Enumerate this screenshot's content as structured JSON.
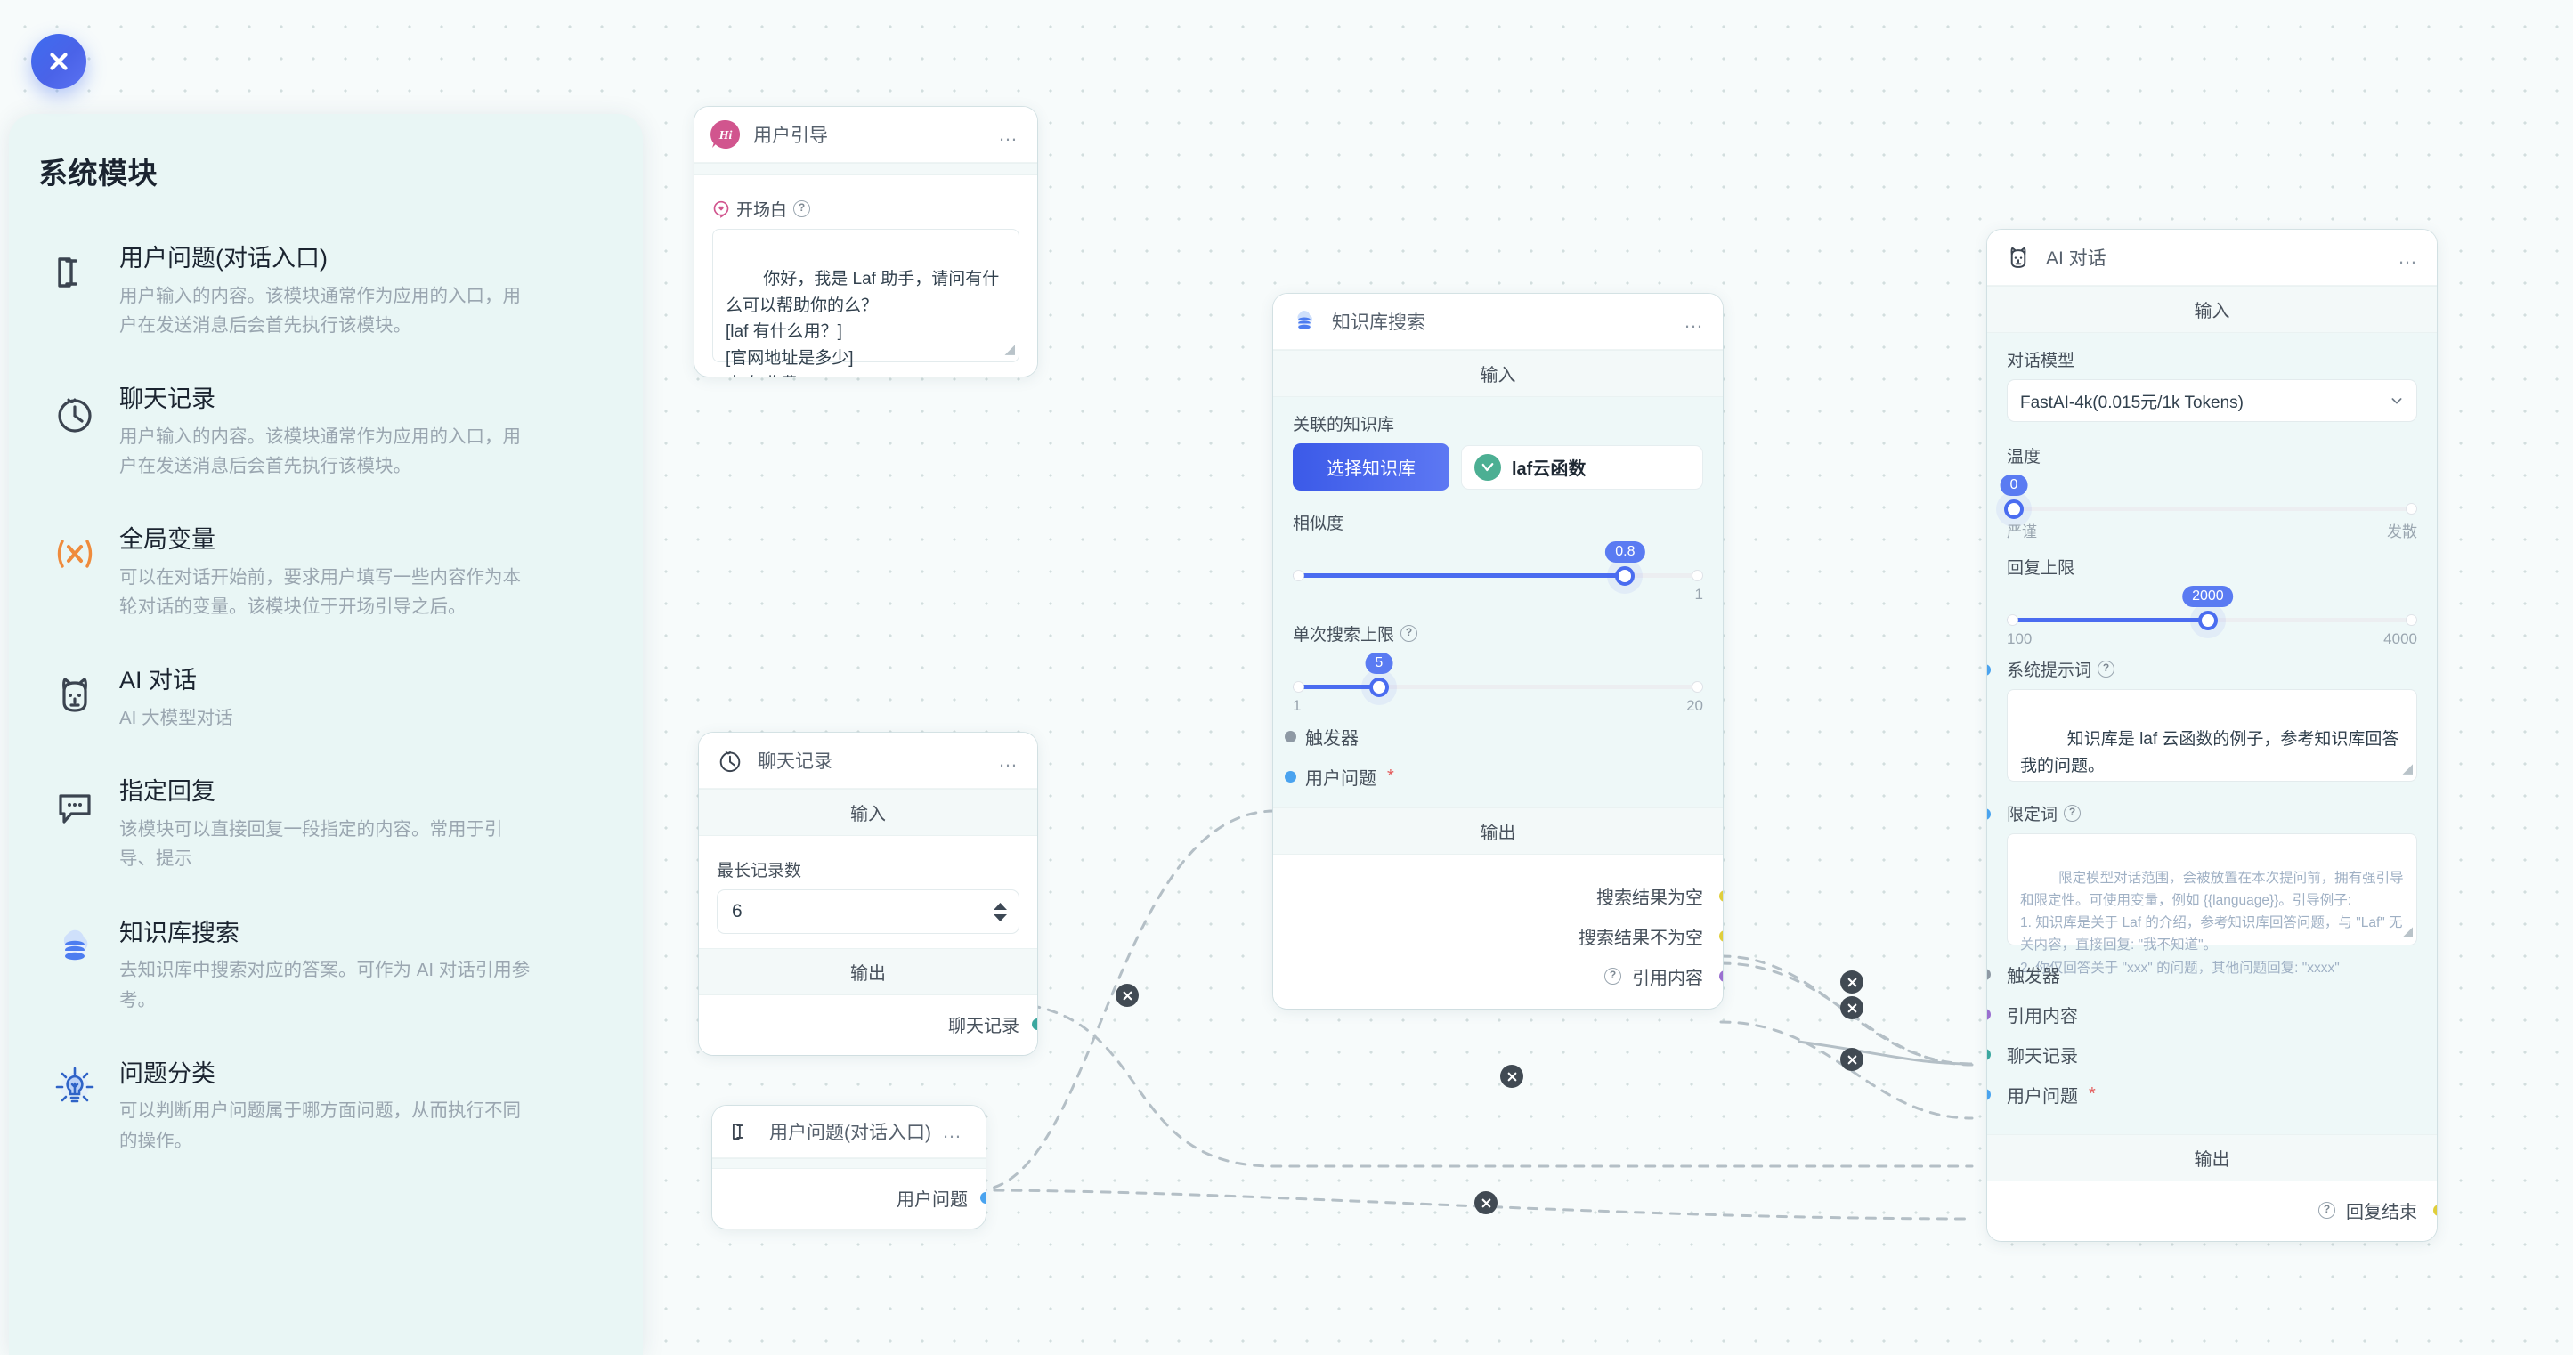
{
  "sidebar": {
    "title": "系统模块",
    "items": [
      {
        "icon": "text-cursor-icon",
        "name": "用户问题(对话入口)",
        "desc": "用户输入的内容。该模块通常作为应用的入口，用户在发送消息后会首先执行该模块。"
      },
      {
        "icon": "clock-history-icon",
        "name": "聊天记录",
        "desc": "用户输入的内容。该模块通常作为应用的入口，用户在发送消息后会首先执行该模块。"
      },
      {
        "icon": "variable-x-icon",
        "name": "全局变量",
        "desc": "可以在对话开始前，要求用户填写一些内容作为本轮对话的变量。该模块位于开场引导之后。"
      },
      {
        "icon": "robot-face-icon",
        "name": "AI 对话",
        "desc": "AI 大模型对话"
      },
      {
        "icon": "speech-bubble-icon",
        "name": "指定回复",
        "desc": "该模块可以直接回复一段指定的内容。常用于引导、提示"
      },
      {
        "icon": "database-cloud-icon",
        "name": "知识库搜索",
        "desc": "去知识库中搜索对应的答案。可作为 AI 对话引用参考。"
      },
      {
        "icon": "lightbulb-icon",
        "name": "问题分类",
        "desc": "可以判断用户问题属于哪方面问题，从而执行不同的操作。"
      }
    ]
  },
  "close_button": {
    "label": "关闭",
    "icon": "close-icon"
  },
  "nodes": {
    "user_guide": {
      "title": "用户引导",
      "icon": "hi-avatar-icon",
      "menu": "…",
      "opening_label": "开场白",
      "opening_value": "你好，我是 Laf 助手，请问有什么可以帮助你的么？\n[laf 有什么用？]\n[官网地址是多少]\n[如何收费]"
    },
    "chat_history": {
      "title": "聊天记录",
      "icon": "clock-history-icon",
      "menu": "…",
      "input_band": "输入",
      "output_band": "输出",
      "max_records_label": "最长记录数",
      "max_records_value": "6",
      "output_port": "聊天记录"
    },
    "user_question": {
      "title": "用户问题(对话入口)",
      "icon": "text-cursor-icon",
      "menu": "…",
      "output_port": "用户问题"
    },
    "kb_search": {
      "title": "知识库搜索",
      "icon": "database-cloud-icon",
      "menu": "…",
      "input_band": "输入",
      "output_band": "输出",
      "linked_kb_label": "关联的知识库",
      "select_kb_button": "选择知识库",
      "kb_chip_name": "laf云函数",
      "similarity_label": "相似度",
      "similarity_value": "0.8",
      "similarity_min": "",
      "similarity_max": "1",
      "limit_label": "单次搜索上限",
      "limit_value": "5",
      "limit_min": "1",
      "limit_max": "20",
      "in_trigger": "触发器",
      "in_user_question": "用户问题",
      "in_user_question_required": "*",
      "out_empty": "搜索结果为空",
      "out_not_empty": "搜索结果不为空",
      "out_quote": "引用内容"
    },
    "ai_chat": {
      "title": "AI 对话",
      "icon": "robot-face-icon",
      "menu": "…",
      "input_band": "输入",
      "output_band": "输出",
      "model_label": "对话模型",
      "model_value": "FastAI-4k(0.015元/1k Tokens)",
      "temperature_label": "温度",
      "temperature_value": "0",
      "temperature_min_label": "严谨",
      "temperature_max_label": "发散",
      "max_tokens_label": "回复上限",
      "max_tokens_value": "2000",
      "max_tokens_min": "100",
      "max_tokens_max": "4000",
      "system_prompt_label": "系统提示词",
      "system_prompt_value": "知识库是 laf 云函数的例子，参考知识库回答我的问题。",
      "qualifier_label": "限定词",
      "qualifier_placeholder": "限定模型对话范围，会被放置在本次提问前，拥有强引导和限定性。可使用变量，例如 {{language}}。引导例子:\n1. 知识库是关于 Laf 的介绍，参考知识库回答问题，与 \"Laf\" 无关内容，直接回复: \"我不知道\"。\n2. 你仅回答关于 \"xxx\" 的问题，其他问题回复: \"xxxx\"",
      "in_trigger": "触发器",
      "in_quote": "引用内容",
      "in_chat_history": "聊天记录",
      "in_user_question": "用户问题",
      "in_user_question_required": "*",
      "out_reply_end": "回复结束"
    }
  },
  "colors": {
    "accent": "#4a6cf0",
    "sidebar_bg": "#e9f6f5",
    "canvas_bg": "#f7fbfb",
    "port_gray": "#8e99a4",
    "port_blue": "#4aa3ef",
    "port_teal": "#3ba79f",
    "port_yellow": "#e0ce3a",
    "port_purple": "#9a6fd0"
  }
}
